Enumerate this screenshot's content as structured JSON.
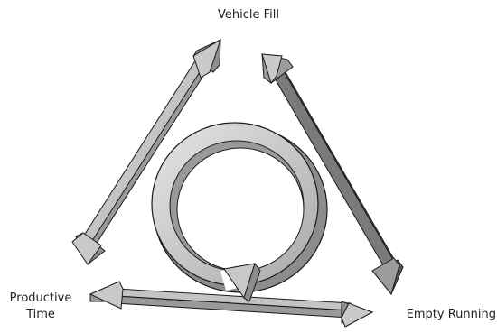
{
  "diagram": {
    "labels": {
      "top": "Vehicle Fill",
      "left_line1": "Productive",
      "left_line2": "Time",
      "right": "Empty Running"
    },
    "colors": {
      "light_arrow": "#bfbfbf",
      "dark_arrow": "#6f6f6f",
      "ring_face": "#cfcfcf",
      "ring_inner": "#9a9a9a",
      "outline": "#1a1a1a"
    },
    "icons": {
      "cycle": "circular-cycle-arrow-icon",
      "arrows": "double-headed-arrow-icon"
    }
  }
}
